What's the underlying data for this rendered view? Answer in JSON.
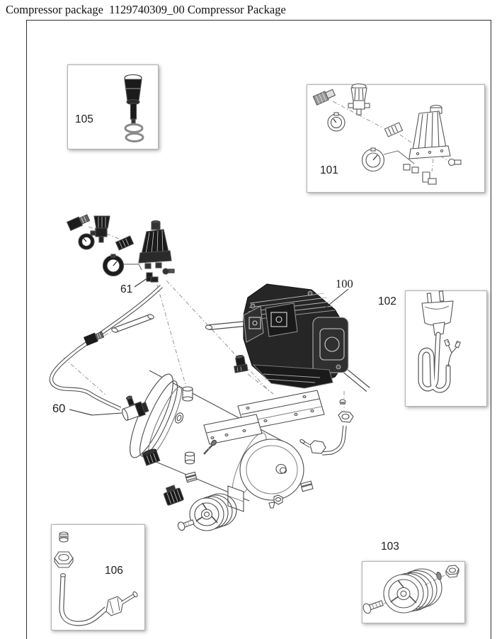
{
  "page": {
    "title": "Compressor package  1129740309_00 Compressor Package"
  },
  "figure": {
    "part_labels": {
      "p60": "60",
      "p61": "61",
      "p100": "100",
      "p101": "101",
      "p102": "102",
      "p103": "103",
      "p105": "105",
      "p106": "106"
    }
  },
  "colors": {
    "line": "#4a4a4a",
    "dark_part": "#1b1b1b",
    "frame": "#2f2f2f",
    "box_border": "#b3b3b3",
    "dash": "#8a8a8a"
  }
}
